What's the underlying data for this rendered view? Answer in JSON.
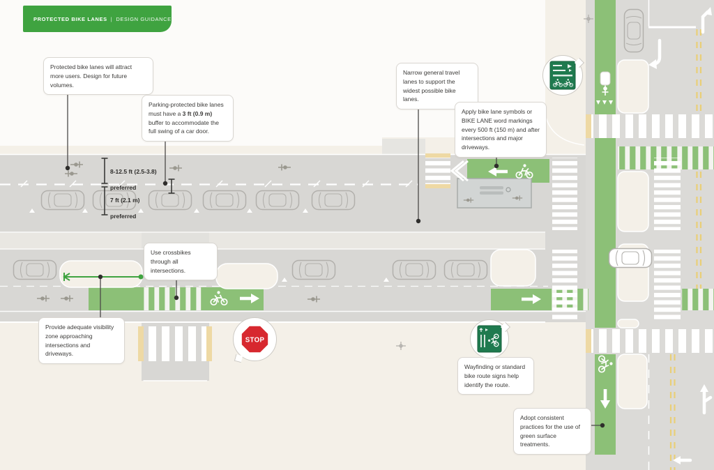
{
  "badge": {
    "title": "PROTECTED BIKE LANES",
    "separator": "|",
    "subtitle": "DESIGN GUIDANCE"
  },
  "callouts": [
    {
      "id": "future-volumes",
      "text": "Protected bike lanes will attract more users. Design for future volumes."
    },
    {
      "id": "door-buffer",
      "text_before": "Parking-protected bike lanes must have a ",
      "bold": "3 ft (0.9 m)",
      "text_after": " buffer to accommodate the full swing of a car door."
    },
    {
      "id": "narrow-lanes",
      "text": "Narrow general travel lanes to support the widest possible bike lanes."
    },
    {
      "id": "lane-markings",
      "text": "Apply bike lane symbols or BIKE LANE word markings every 500 ft (150 m) and after intersections and major driveways."
    },
    {
      "id": "crossbikes",
      "text": "Use crossbikes through all intersections."
    },
    {
      "id": "visibility-zone",
      "text": "Provide adequate visibility zone approaching intersections and driveways."
    },
    {
      "id": "wayfinding",
      "text": "Wayfinding or standard bike route signs help identify the route."
    },
    {
      "id": "green-surface",
      "text": "Adopt consistent practices for the use of green surface treatments."
    }
  ],
  "measurements": [
    {
      "value": "8-12.5 ft (2.5-3.8)",
      "label": "preferred"
    },
    {
      "value": "7 ft (2.1 m)",
      "label": "preferred"
    }
  ],
  "signs": {
    "stop": "STOP"
  },
  "icons": {
    "stop-sign-icon": "red octagon with STOP",
    "bike-route-sign-icon": "green guide sign with bicycle and arrows",
    "bike-rider-icon": "plan-view cyclist outline",
    "bike-symbol-icon": "white bicycle pavement marking",
    "arrow-icon": "white pavement arrow",
    "chevron-yield-icon": "white double chevron",
    "shark-teeth-icon": "white yield triangles",
    "bench-icon": "transit platform bench",
    "utility-pole-icon": "small cross marker"
  },
  "colors": {
    "brand_green": "#3fa340",
    "lane_green": "#8cc077",
    "sign_green": "#1f7a4f",
    "road_gray": "#d8d7d4",
    "sidewalk_beige": "#f4f0e8",
    "tactile_tan": "#eed9a4",
    "stop_red": "#d7282f",
    "centerline_yellow": "#e9cf77"
  }
}
